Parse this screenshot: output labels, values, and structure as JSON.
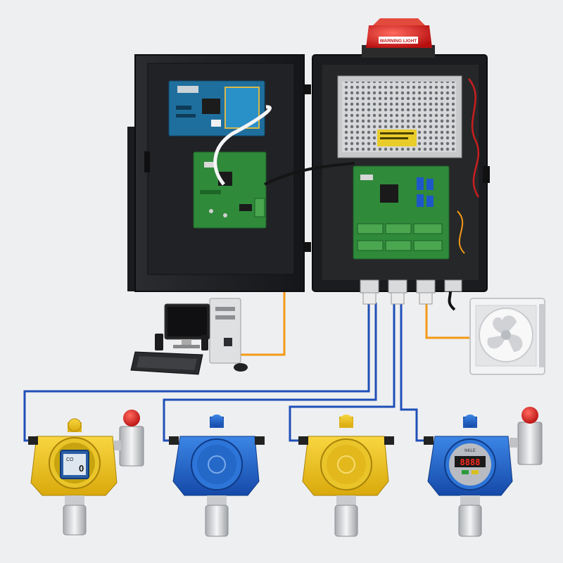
{
  "scene": {
    "alarm_light_label": "WARNING LIGHT",
    "sensor_1_lcd_gas": "CO",
    "sensor_1_lcd_value": "0",
    "sensor_4_led_value": "8888",
    "sensor_4_brand": "NKLE"
  },
  "colors": {
    "background": "#eeeff1",
    "enclosure": "#1d1e21",
    "pcb_green": "#2f8a3a",
    "pcb_blue": "#1f6f9e",
    "sensor_yellow": "#e9c11b",
    "sensor_blue": "#1f66c9",
    "wire_orange": "#f39a16",
    "wire_blue": "#1f4fb8",
    "alarm_red": "#d01d1d"
  }
}
